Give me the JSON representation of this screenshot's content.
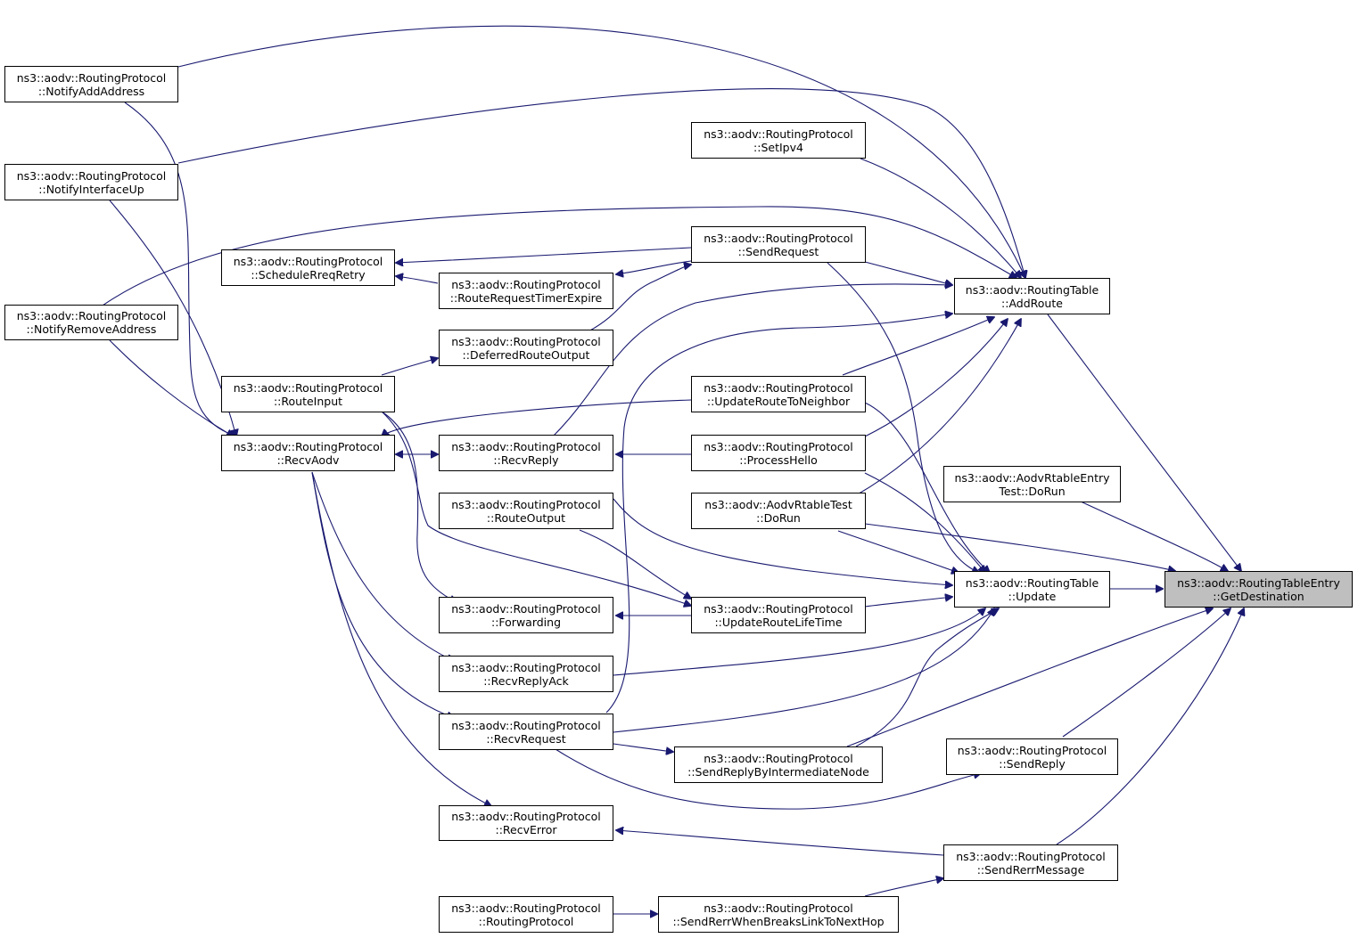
{
  "graph": {
    "edge_color": "#191970",
    "highlight_color": "#bfbfbf",
    "nodes": {
      "notifyAddAddress": {
        "line1": "ns3::aodv::RoutingProtocol",
        "line2": "::NotifyAddAddress"
      },
      "notifyInterfaceUp": {
        "line1": "ns3::aodv::RoutingProtocol",
        "line2": "::NotifyInterfaceUp"
      },
      "notifyRemoveAddress": {
        "line1": "ns3::aodv::RoutingProtocol",
        "line2": "::NotifyRemoveAddress"
      },
      "scheduleRreqRetry": {
        "line1": "ns3::aodv::RoutingProtocol",
        "line2": "::ScheduleRreqRetry"
      },
      "routeInput": {
        "line1": "ns3::aodv::RoutingProtocol",
        "line2": "::RouteInput"
      },
      "recvAodv": {
        "line1": "ns3::aodv::RoutingProtocol",
        "line2": "::RecvAodv"
      },
      "routeRequestTimerExpire": {
        "line1": "ns3::aodv::RoutingProtocol",
        "line2": "::RouteRequestTimerExpire"
      },
      "deferredRouteOutput": {
        "line1": "ns3::aodv::RoutingProtocol",
        "line2": "::DeferredRouteOutput"
      },
      "recvReply": {
        "line1": "ns3::aodv::RoutingProtocol",
        "line2": "::RecvReply"
      },
      "routeOutput": {
        "line1": "ns3::aodv::RoutingProtocol",
        "line2": "::RouteOutput"
      },
      "forwarding": {
        "line1": "ns3::aodv::RoutingProtocol",
        "line2": "::Forwarding"
      },
      "recvReplyAck": {
        "line1": "ns3::aodv::RoutingProtocol",
        "line2": "::RecvReplyAck"
      },
      "recvRequest": {
        "line1": "ns3::aodv::RoutingProtocol",
        "line2": "::RecvRequest"
      },
      "recvError": {
        "line1": "ns3::aodv::RoutingProtocol",
        "line2": "::RecvError"
      },
      "routingProtocol": {
        "line1": "ns3::aodv::RoutingProtocol",
        "line2": "::RoutingProtocol"
      },
      "setIpv4": {
        "line1": "ns3::aodv::RoutingProtocol",
        "line2": "::SetIpv4"
      },
      "sendRequest": {
        "line1": "ns3::aodv::RoutingProtocol",
        "line2": "::SendRequest"
      },
      "updateRouteToNeighbor": {
        "line1": "ns3::aodv::RoutingProtocol",
        "line2": "::UpdateRouteToNeighbor"
      },
      "processHello": {
        "line1": "ns3::aodv::RoutingProtocol",
        "line2": "::ProcessHello"
      },
      "aodvRtableTest": {
        "line1": "ns3::aodv::AodvRtableTest",
        "line2": "::DoRun"
      },
      "updateRouteLifeTime": {
        "line1": "ns3::aodv::RoutingProtocol",
        "line2": "::UpdateRouteLifeTime"
      },
      "sendReplyByIntermediateNode": {
        "line1": "ns3::aodv::RoutingProtocol",
        "line2": "::SendReplyByIntermediateNode"
      },
      "sendRerrWhenBreaks": {
        "line1": "ns3::aodv::RoutingProtocol",
        "line2": "::SendRerrWhenBreaksLinkToNextHop"
      },
      "addRoute": {
        "line1": "ns3::aodv::RoutingTable",
        "line2": "::AddRoute"
      },
      "update": {
        "line1": "ns3::aodv::RoutingTable",
        "line2": "::Update"
      },
      "aodvRtableEntryTest": {
        "line1": "ns3::aodv::AodvRtableEntry",
        "line2": "Test::DoRun"
      },
      "sendReply": {
        "line1": "ns3::aodv::RoutingProtocol",
        "line2": "::SendReply"
      },
      "sendRerrMessage": {
        "line1": "ns3::aodv::RoutingProtocol",
        "line2": "::SendRerrMessage"
      },
      "getDestination": {
        "line1": "ns3::aodv::RoutingTableEntry",
        "line2": "::GetDestination"
      }
    }
  }
}
